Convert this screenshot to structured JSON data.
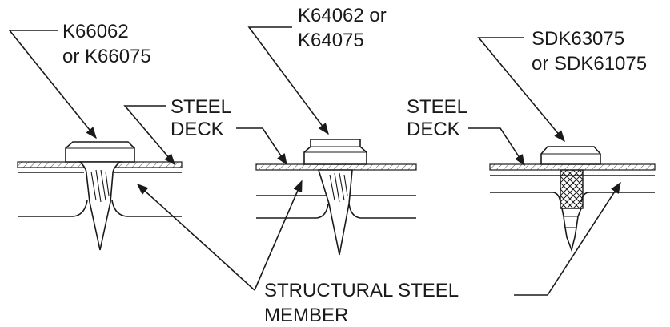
{
  "labels": {
    "fastener_1_line1": "K66062",
    "fastener_1_line2": "or K66075",
    "fastener_2_line1": "K64062 or",
    "fastener_2_line2": "K64075",
    "fastener_3_line1": "SDK63075",
    "fastener_3_line2": "or SDK61075",
    "steel_deck_1_line1": "STEEL",
    "steel_deck_1_line2": "DECK",
    "steel_deck_2_line1": "STEEL",
    "steel_deck_2_line2": "DECK",
    "structural_line1": "STRUCTURAL STEEL",
    "structural_line2": "MEMBER"
  },
  "colors": {
    "ink": "#1a1a1a",
    "background": "#ffffff"
  }
}
